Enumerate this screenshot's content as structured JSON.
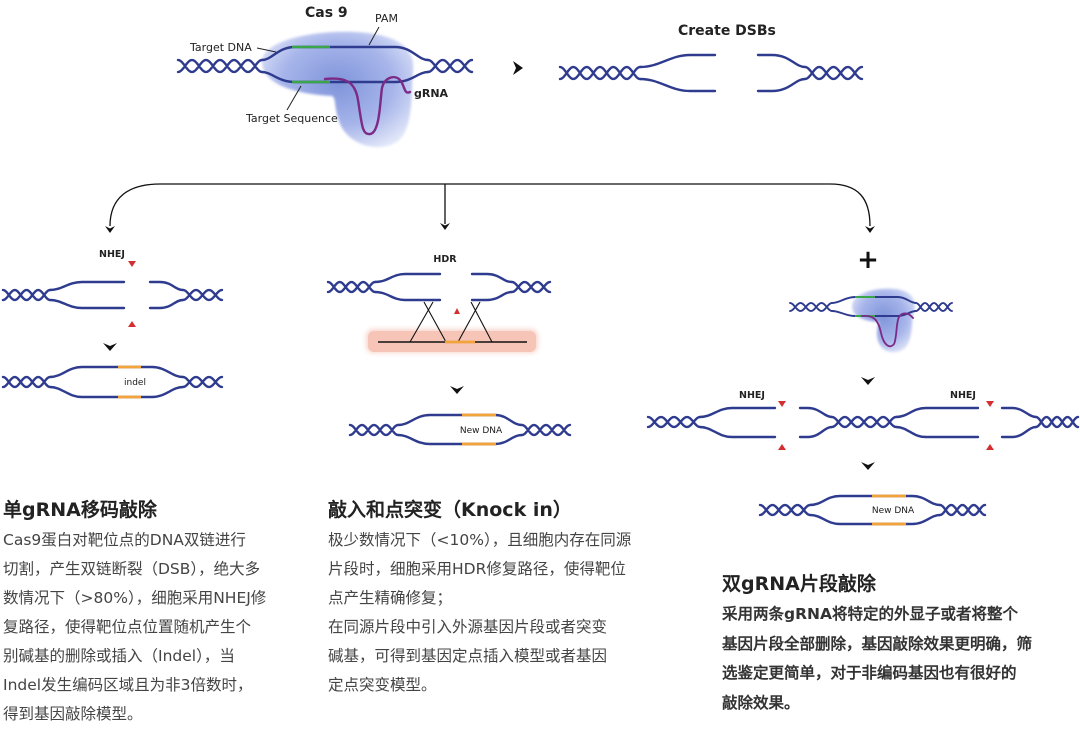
{
  "diagram": {
    "cas9_label": "Cas 9",
    "pam_label": "PAM",
    "target_dna_label": "Target DNA",
    "grna_label": "gRNA",
    "target_sequence_label": "Target Sequence",
    "create_dsbs_label": "Create DSBs",
    "nhej_label": "NHEJ",
    "indel_label": "indel",
    "hdr_label": "HDR",
    "new_dna_label": "New DNA",
    "plus_label": "+"
  },
  "sections": {
    "single_grna": {
      "title": "单gRNA移码敲除",
      "lines": [
        "Cas9蛋白对靶位点的DNA双链进行",
        "切割，产生双链断裂（DSB），绝大多",
        "数情况下（>80%），细胞采用NHEJ修",
        "复路径，使得靶位点位置随机产生个",
        "别碱基的删除或插入（Indel），当",
        "Indel发生编码区域且为非3倍数时，",
        "得到基因敲除模型。"
      ]
    },
    "knock_in": {
      "title": "敲入和点突变（Knock in）",
      "lines": [
        "极少数情况下（<10%），且细胞内存在同源",
        "片段时，细胞采用HDR修复路径，使得靶位",
        "点产生精确修复；",
        "在同源片段中引入外源基因片段或者突变",
        "碱基，可得到基因定点插入模型或者基因",
        "定点突变模型。"
      ]
    },
    "dual_grna": {
      "title": "双gRNA片段敲除",
      "lines": [
        "采用两条gRNA将特定的外显子或者将整个",
        "基因片段全部删除，基因敲除效果更明确，筛",
        "选鉴定更简单，对于非编码基因也有很好的",
        "敲除效果。"
      ]
    }
  },
  "colors": {
    "dna": "#2e3b8e",
    "target_sequence": "#3ba54a",
    "grna": "#7b2b85",
    "new_dna": "#f2a33a",
    "cut_site": "#d32f2f",
    "cas9": "#a7b5ea",
    "donor_template": "#f6c5b7"
  }
}
